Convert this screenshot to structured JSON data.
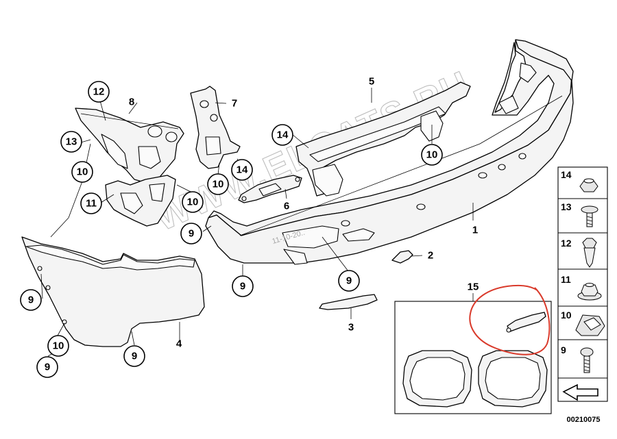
{
  "watermark": "WWW.ELCATS.RU",
  "stamp": "11-10-20..",
  "document_number": "00210075",
  "callouts": {
    "c12": "12",
    "c8": "8",
    "c7": "7",
    "c5": "5",
    "c1": "1",
    "c13": "13",
    "c14_upper": "14",
    "c14_mid": "14",
    "c10_left": "10",
    "c10_mid": "10",
    "c10_br": "10",
    "c10_right": "10",
    "c11": "11",
    "c6": "6",
    "c9_a": "9",
    "c9_b": "9",
    "c9_c": "9",
    "c9_d": "9",
    "c9_e": "9",
    "c9_f": "9",
    "c10_low": "10",
    "c4": "4",
    "c2": "2",
    "c3": "3",
    "c15": "15"
  },
  "legend": [
    {
      "num": "14",
      "icon": "nut-icon"
    },
    {
      "num": "13",
      "icon": "screw-icon"
    },
    {
      "num": "12",
      "icon": "expanding-rivet-icon"
    },
    {
      "num": "11",
      "icon": "hex-nut-icon"
    },
    {
      "num": "10",
      "icon": "clip-nut-icon"
    },
    {
      "num": "9",
      "icon": "self-tapping-screw-icon"
    }
  ],
  "highlight_color": "#d93a2b"
}
